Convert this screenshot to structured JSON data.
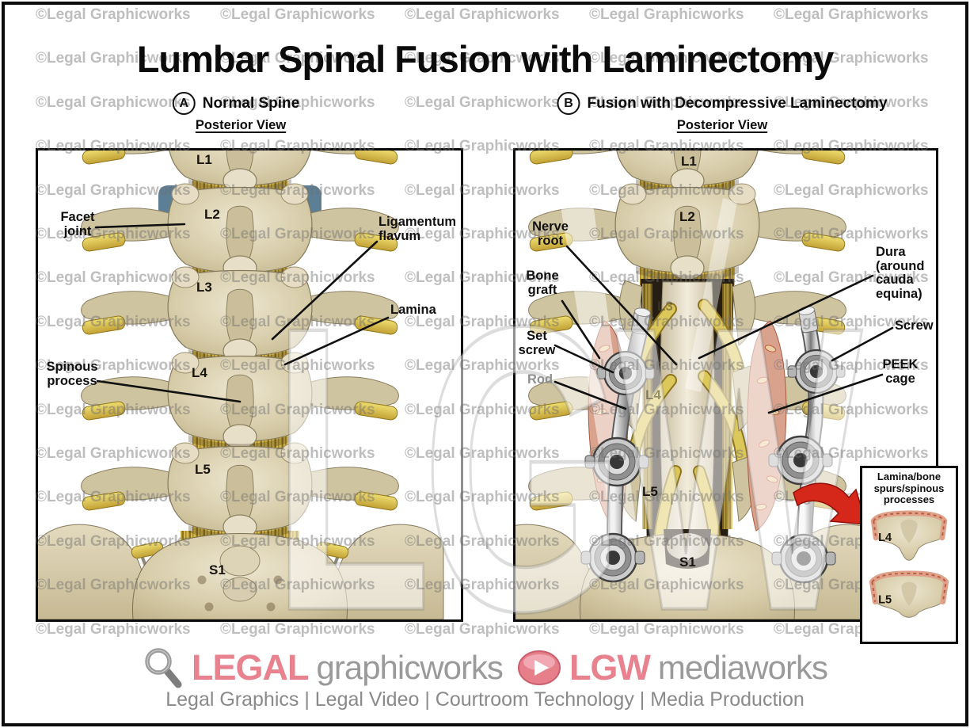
{
  "title": "Lumbar Spinal Fusion with Laminectomy",
  "watermark": {
    "tile": "©Legal Graphicworks",
    "big": "LGW"
  },
  "panel_a": {
    "badge": "A",
    "heading": "Normal Spine",
    "view": "Posterior View",
    "v_l1": "L1",
    "v_l2": "L2",
    "v_l3": "L3",
    "v_l4": "L4",
    "v_l5": "L5",
    "v_s1": "S1",
    "lbl_facet": [
      "Facet",
      "joint"
    ],
    "lbl_ligflavum": [
      "Ligamentum",
      "flavum"
    ],
    "lbl_lamina": [
      "Lamina"
    ],
    "lbl_spinous": [
      "Spinous",
      "process"
    ]
  },
  "panel_b": {
    "badge": "B",
    "heading": "Fusion with Decompressive Laminectomy",
    "view": "Posterior View",
    "v_l1": "L1",
    "v_l2": "L2",
    "v_l3": "L3",
    "v_l4": "L4",
    "v_l5": "L5",
    "v_s1": "S1",
    "lbl_nerve_root": [
      "Nerve",
      "root"
    ],
    "lbl_bone_graft": [
      "Bone",
      "graft"
    ],
    "lbl_set_screw": [
      "Set",
      "screw"
    ],
    "lbl_rod": [
      "Rod"
    ],
    "lbl_dura": [
      "Dura",
      "(around",
      "cauda",
      "equina)"
    ],
    "lbl_screw": [
      "Screw"
    ],
    "lbl_peek": [
      "PEEK",
      "cage"
    ],
    "inset": {
      "title": [
        "Lamina/bone",
        "spurs/spinous",
        "processes"
      ],
      "item1": "L4",
      "item2": "L5"
    }
  },
  "footer": {
    "brand1_accent": "LEGAL",
    "brand1_rest": "graphicworks",
    "brand2_accent": "LGW",
    "brand2_rest": "mediaworks",
    "tagline": "Legal Graphics | Legal Video | Courtroom Technology | Media Production"
  },
  "colors": {
    "accent_pink": "#e8828e",
    "brand_gray": "#9a9a9a",
    "bone": "#d6cbaa",
    "nerve_yellow": "#ddc44e",
    "graft_pink": "#d9a28d",
    "arrow_red": "#d6281a"
  }
}
